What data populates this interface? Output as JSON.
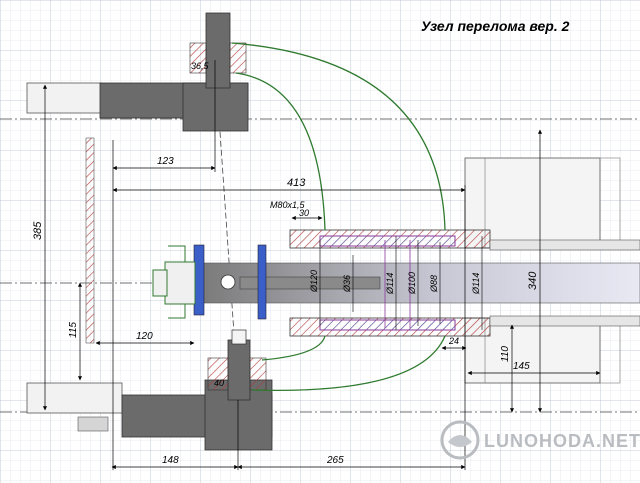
{
  "title": "Узел перелома вер. 2",
  "watermark": "LUNOHODA.NET",
  "thread": "M80x1,5",
  "dims": {
    "d413": "413",
    "d123": "123",
    "d385": "385",
    "d115": "115",
    "d120": "120",
    "d36_5": "36,5",
    "d30": "30",
    "d148": "148",
    "d265": "265",
    "d40": "40",
    "d24": "24",
    "d145": "145",
    "d110": "110",
    "d340": "340",
    "dia120": "Ø120",
    "dia36": "Ø36",
    "dia114a": "Ø114",
    "dia100": "Ø100",
    "dia88": "Ø88",
    "dia114b": "Ø114"
  },
  "colors": {
    "grid": "#c9d1dd",
    "gridMajor": "#aeb9c9",
    "block": "#6b6b6b",
    "hatch": "#b03a3a",
    "green": "#2f7a2f",
    "purple": "#8a3a9a",
    "blue": "#3a5fc8",
    "frame": "#d8d8d8"
  }
}
